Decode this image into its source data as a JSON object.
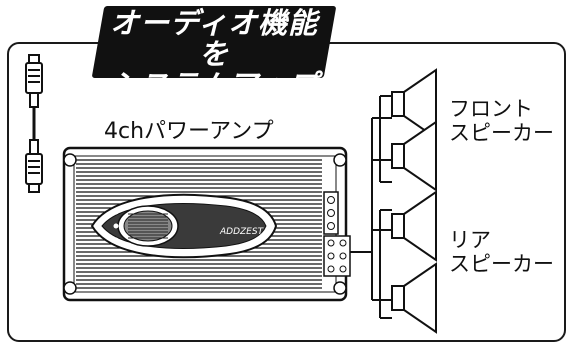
{
  "title": {
    "line1": "オーディオ機能を",
    "line2": "システムアップ"
  },
  "amp_label": "4chパワーアンプ",
  "amp_brand": "ADDZEST",
  "front_label": {
    "line1": "フロント",
    "line2": "スピーカー"
  },
  "rear_label": {
    "line1": "リア",
    "line2": "スピーカー"
  }
}
